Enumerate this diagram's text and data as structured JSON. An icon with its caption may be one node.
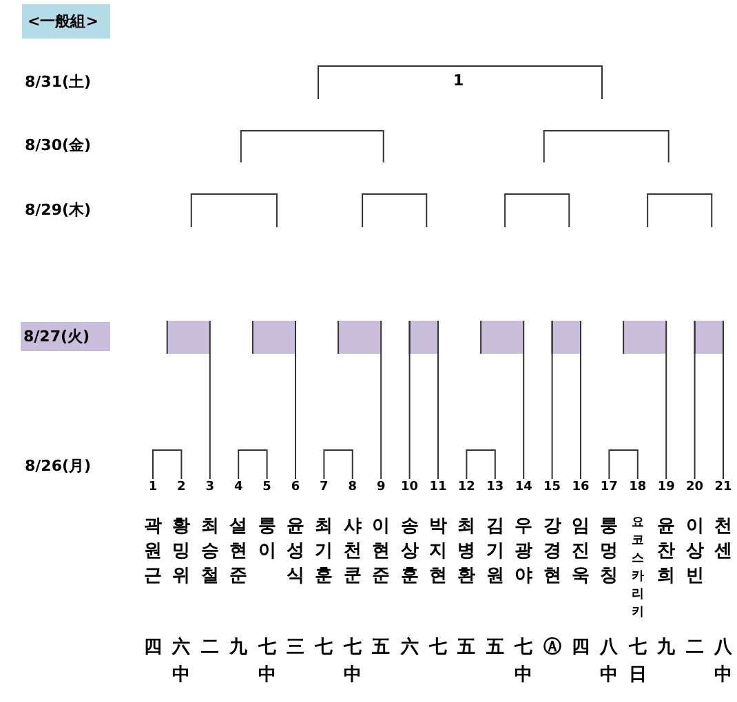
{
  "diagram": {
    "title": "<一般組>",
    "nodes": [
      {
        "text": [
          "1",
          "곽원근",
          "四"
        ]
      },
      {
        "text": [
          "2",
          "황밍위",
          "六中"
        ]
      },
      {
        "text": [
          "3",
          "최승철",
          "二"
        ]
      },
      {
        "text": [
          "4",
          "설현준",
          "九"
        ]
      },
      {
        "text": [
          "5",
          "룽이",
          "七中"
        ]
      },
      {
        "text": [
          "6",
          "윤성식",
          "三"
        ]
      },
      {
        "text": [
          "7",
          "최기훈",
          "七"
        ]
      },
      {
        "text": [
          "8",
          "샤천쿤",
          "七中"
        ]
      },
      {
        "text": [
          "9",
          "이현준",
          "五"
        ]
      },
      {
        "text": [
          "10",
          "송상훈",
          "六"
        ]
      },
      {
        "text": [
          "11",
          "박지현",
          "七"
        ]
      },
      {
        "text": [
          "12",
          "최병환",
          "五"
        ]
      },
      {
        "text": [
          "13",
          "김기원",
          "五"
        ]
      },
      {
        "text": [
          "14",
          "우광야",
          "七中"
        ]
      },
      {
        "text": [
          "15",
          "강경현",
          "Ⓐ"
        ]
      },
      {
        "text": [
          "16",
          "임진욱",
          "四"
        ]
      },
      {
        "text": [
          "17",
          "룽멍칭",
          "八中"
        ]
      },
      {
        "text": [
          "18",
          "요코스카리키",
          "七日"
        ]
      },
      {
        "text": [
          "19",
          "윤찬희",
          "九"
        ]
      },
      {
        "text": [
          "20",
          "이상빈",
          "二"
        ]
      },
      {
        "text": [
          "21",
          "천센",
          "八中"
        ]
      }
    ],
    "edges": [
      {
        "from": 0,
        "to": 1,
        "arrow": "none"
      },
      {
        "from": 3,
        "to": 4,
        "arrow": "none"
      },
      {
        "from": 6,
        "to": 7,
        "arrow": "none"
      },
      {
        "from": 11,
        "to": 12,
        "arrow": "none"
      },
      {
        "from": 16,
        "to": 17,
        "arrow": "none"
      }
    ],
    "labels": [
      "8/31(土)",
      "1",
      "8/30(金)",
      "8/29(木)",
      "8/27(火)",
      "8/26(月)"
    ]
  }
}
